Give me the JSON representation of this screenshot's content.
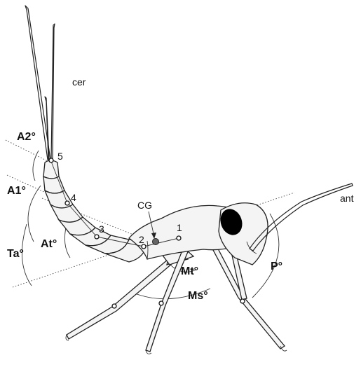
{
  "labels": {
    "cer": "cer",
    "ant": "ant",
    "cg": "CG",
    "a2": "A2°",
    "a1": "A1°",
    "ta": "Ta°",
    "at": "At°",
    "mt": "Mt°",
    "ms": "Ms°",
    "p": "P°"
  },
  "segment_numbers": [
    "1",
    "2",
    "3",
    "4",
    "5"
  ],
  "colors": {
    "line": "#222222",
    "body_fill": "#f4f4f4",
    "eye": "#000000",
    "cg_marker": "#666666"
  }
}
